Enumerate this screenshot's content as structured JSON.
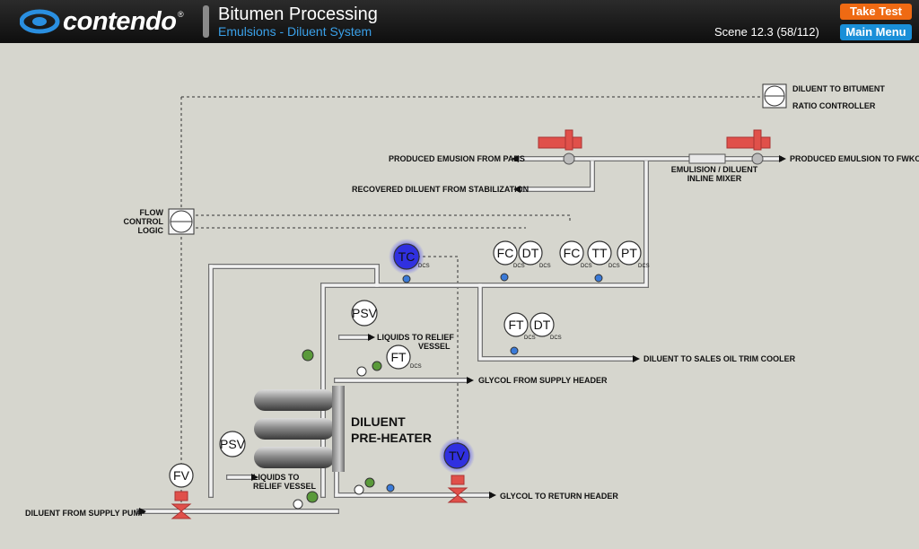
{
  "header": {
    "logo_text": "contendo",
    "logo_reg": "®",
    "title": "Bitumen Processing",
    "subtitle": "Emulsions - Diluent System",
    "scene": "Scene 12.3 (58/112)",
    "take_test_label": "Take Test",
    "main_menu_label": "Main Menu"
  },
  "diagram": {
    "labels": {
      "ratio_controller_1": "DILUENT TO BITUMENT",
      "ratio_controller_2": "RATIO CONTROLLER",
      "emulsion_from_pads": "PRODUCED EMUSION FROM PADS",
      "emulsion_to_fwko": "PRODUCED EMULSION TO FWKO",
      "recovered_diluent": "RECOVERED DILUENT FROM STABILIZATION",
      "mixer_1": "EMULISION / DILUENT",
      "mixer_2": "INLINE MIXER",
      "flc_1": "FLOW",
      "flc_2": "CONTROL",
      "flc_3": "LOGIC",
      "liquids_relief_top_1": "LIQUIDS TO RELIEF",
      "liquids_relief_top_2": "VESSEL",
      "sales_oil": "DILUENT TO SALES OIL TRIM COOLER",
      "glycol_supply": "GLYCOL FROM SUPPLY HEADER",
      "preheater_1": "DILUENT",
      "preheater_2": "PRE-HEATER",
      "liquids_relief_bot_1": "LIQUIDS TO",
      "liquids_relief_bot_2": "RELIEF VESSEL",
      "glycol_return": "GLYCOL TO RETURN HEADER",
      "supply_pump": "DILUENT FROM SUPPLY PUMP"
    },
    "instruments": {
      "tc": "TC",
      "fc1": "FC",
      "dt1": "DT",
      "fc2": "FC",
      "tt": "TT",
      "pt": "PT",
      "psv_top": "PSV",
      "ft_top": "FT",
      "ft_sales": "FT",
      "dt_sales": "DT",
      "psv_bot": "PSV",
      "fv": "FV",
      "tv": "TV"
    },
    "dcs": "DCS",
    "colors": {
      "pipe": "#f2f2f2",
      "pipe_outline": "#707070",
      "highlight": "#2f2fd8",
      "valve_red": "#e0504a"
    }
  }
}
